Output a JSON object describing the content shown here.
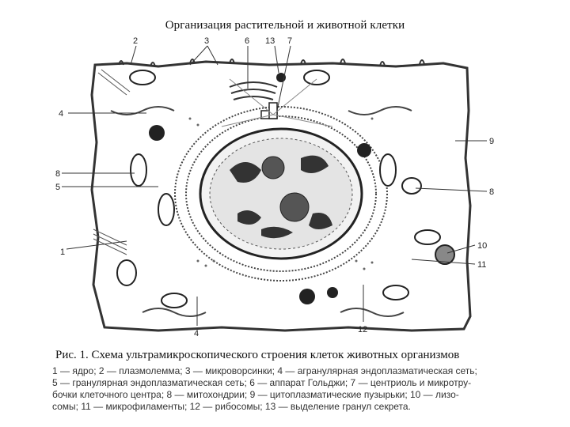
{
  "title": "Организация растительной и животной клетки",
  "labels": [
    "1",
    "2",
    "3",
    "4",
    "4",
    "5",
    "6",
    "7",
    "8",
    "8",
    "9",
    "10",
    "11",
    "12",
    "13"
  ],
  "caption": "Рис. 1. Схема ультрамикроскопического строения клеток животных организмов",
  "legend": [
    "1 — ядро; 2 — плазмолемма; 3 — микроворсинки; 4 — агранулярная эндоплазматическая сеть;",
    "5 — гранулярная эндоплазматическая сеть; 6 — аппарат Гольджи; 7 — центриоль и микротру-",
    "бочки клеточного центра; 8 — митохондрии; 9 — цитоплазматические пузырьки; 10 — лизо-",
    "сомы; 11 — микрофиламенты; 12 — рибосомы; 13 — выделение гранул секрета."
  ]
}
